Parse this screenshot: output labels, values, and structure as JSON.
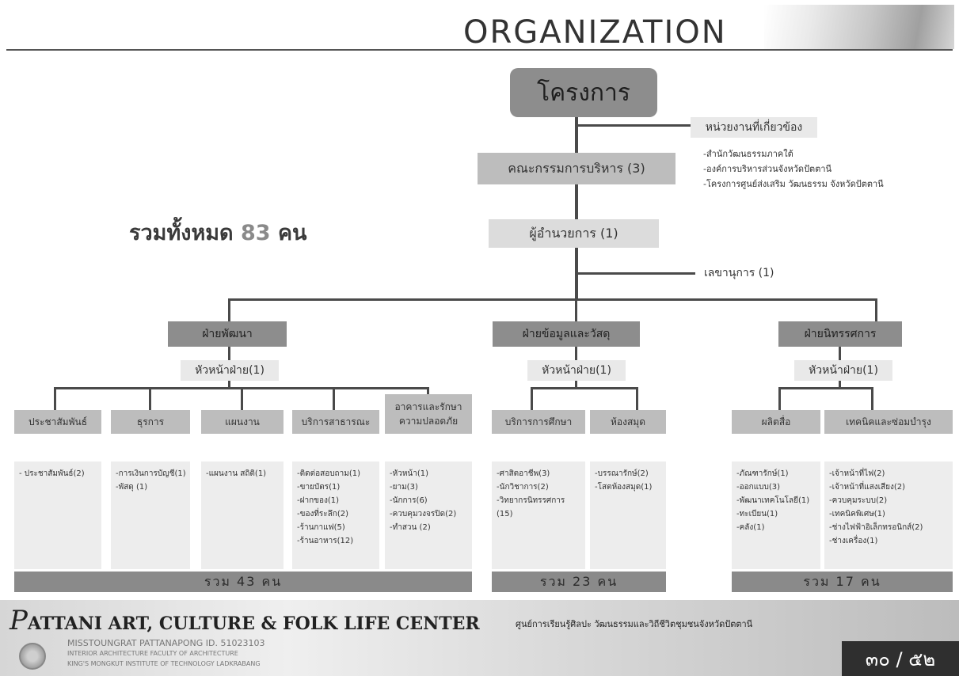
{
  "header": {
    "title": "ORGANIZATION"
  },
  "total": {
    "prefix": "รวมทั้งหมด",
    "count": "83",
    "unit": "คน"
  },
  "top": {
    "project": "โครงการ",
    "related": {
      "label": "หน่วยงานที่เกี่ยวข้อง",
      "items": [
        "-สำนักวัฒนธรรมภาคใต้",
        "-องค์การบริหารส่วนจังหวัดปัตตานี",
        "-โครงการศูนย์ส่งเสริม วัฒนธรรม จังหวัดปัตตานี"
      ]
    },
    "committee": "คณะกรรมการบริหาร (3)",
    "director": "ผู้อำนวยการ (1)",
    "secretary": "เลขานุการ (1)"
  },
  "divisions": [
    {
      "name": "ฝ่ายพัฒนา",
      "head": "หัวหน้าฝ่าย(1)",
      "units": [
        {
          "name": "ประชาสัมพันธ์",
          "staff": [
            "- ประชาสัมพันธ์(2)"
          ]
        },
        {
          "name": "ธุรการ",
          "staff": [
            "-การเงินการบัญชี(1)",
            "-พัสดุ (1)"
          ]
        },
        {
          "name": "แผนงาน",
          "staff": [
            "-แผนงาน สถิติ(1)"
          ]
        },
        {
          "name": "บริการสาธารณะ",
          "staff": [
            "-ติดต่อสอบถาม(1)",
            "-ขายบัตร(1)",
            "-ฝากของ(1)",
            "-ของที่ระลึก(2)",
            "-ร้านกาแฟ(5)",
            "-ร้านอาหาร(12)"
          ]
        },
        {
          "name": "อาคารและรักษา ความปลอดภัย",
          "staff": [
            "-หัวหน้า(1)",
            "-ยาม(3)",
            "-นักการ(6)",
            "-ควบคุมวงจรปิด(2)",
            "-ทำสวน (2)"
          ]
        }
      ],
      "total": "รวม 43 คน"
    },
    {
      "name": "ฝ่ายข้อมูลและวัสดุ",
      "head": "หัวหน้าฝ่าย(1)",
      "units": [
        {
          "name": "บริการการศึกษา",
          "staff": [
            "-ศาสิตอาชีพ(3)",
            "-นักวิชาการ(2)",
            "-วิทยากรนิทรรศการ",
            "(15)"
          ]
        },
        {
          "name": "ห้องสมุด",
          "staff": [
            "-บรรณารักษ์(2)",
            "-โสตห้องสมุด(1)"
          ]
        }
      ],
      "total": "รวม 23 คน"
    },
    {
      "name": "ฝ่ายนิทรรศการ",
      "head": "หัวหน้าฝ่าย(1)",
      "units": [
        {
          "name": "ผลิตสื่อ",
          "staff": [
            "-ภัณฑารักษ์(1)",
            "-ออกแบบ(3)",
            "-พัฒนาเทคโนโลยี(1)",
            "-ทะเบียน(1)",
            "-คลัง(1)"
          ]
        },
        {
          "name": "เทคนิคและซ่อมบำรุง",
          "staff": [
            "-เจ้าหน้าที่ไฟ(2)",
            "-เจ้าหน้าที่แสงเสียง(2)",
            "-ควบคุมระบบ(2)",
            "-เทคนิคพิเศษ(1)",
            "-ช่างไฟฟ้าอิเล็กทรอนิกส์(2)",
            "-ช่างเครื่อง(1)"
          ]
        }
      ],
      "total": "รวม 17 คน"
    }
  ],
  "footer": {
    "initial": "P",
    "brand": "ATTANI ART, CULTURE & FOLK LIFE CENTER",
    "subtitle_th": "ศูนย์การเรียนรู้ศิลปะ วัฒนธรรมและวิถีชีวิตชุมชนจังหวัดปัตตานี",
    "author": "MISSTOUNGRAT PATTANAPONG ID. 51023103",
    "faculty": "INTERIOR ARCHITECTURE FACULTY OF ARCHITECTURE",
    "institute": "KING'S MONGKUT INSTITUTE OF TECHNOLOGY LADKRABANG",
    "page": "๓๐ / ๕๒"
  }
}
